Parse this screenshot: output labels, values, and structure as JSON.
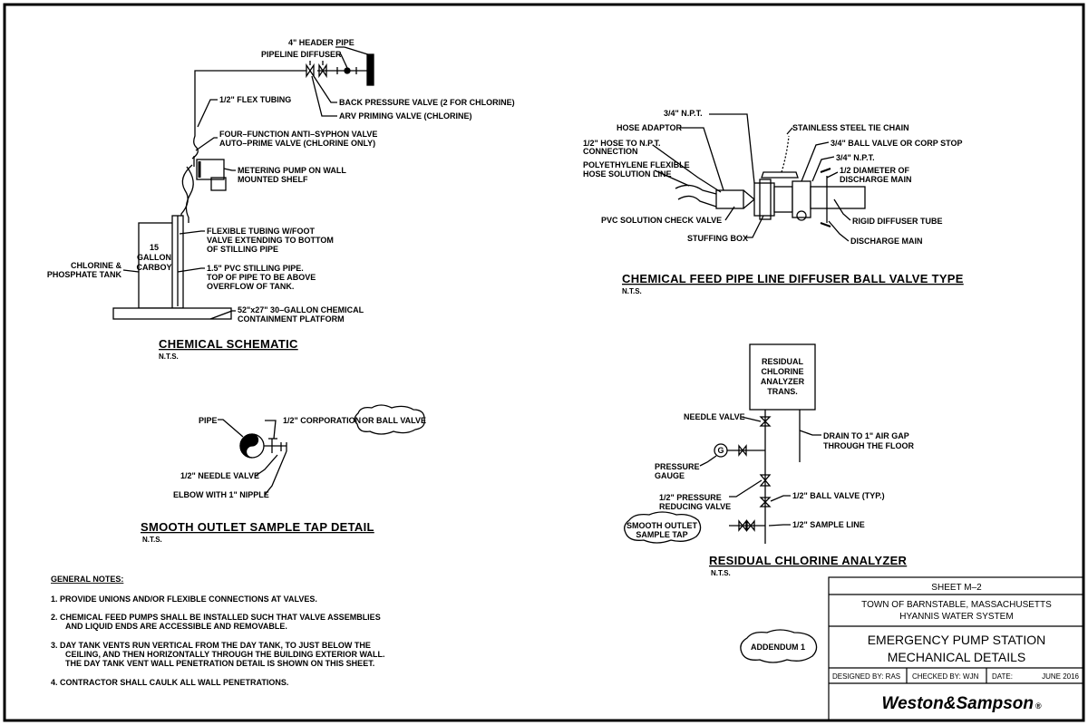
{
  "chemical_schematic": {
    "title": "CHEMICAL SCHEMATIC",
    "nts": "N.T.S.",
    "header_pipe": "4\" HEADER PIPE",
    "pipeline_diffuser": "PIPELINE DIFFUSER",
    "flex_tubing": "1/2\" FLEX TUBING",
    "back_pressure_valve": "BACK PRESSURE VALVE (2 FOR CHLORINE)",
    "arv_priming_valve": "ARV PRIMING VALVE (CHLORINE)",
    "anti_syphon_1": "FOUR–FUNCTION ANTI–SYPHON VALVE",
    "anti_syphon_2": "AUTO–PRIME VALVE (CHLORINE ONLY)",
    "metering_pump_1": "METERING PUMP ON WALL",
    "metering_pump_2": "MOUNTED SHELF",
    "carboy_1": "15",
    "carboy_2": "GALLON",
    "carboy_3": "CARBOY",
    "tank_1": "CHLORINE &",
    "tank_2": "PHOSPHATE TANK",
    "foot_valve_1": "FLEXIBLE TUBING W/FOOT",
    "foot_valve_2": "VALVE EXTENDING TO BOTTOM",
    "foot_valve_3": "OF STILLING PIPE",
    "stilling_1": "1.5\" PVC STILLING PIPE.",
    "stilling_2": "TOP OF PIPE TO BE ABOVE",
    "stilling_3": "OVERFLOW OF TANK.",
    "platform_1": "52\"x27\" 30–GALLON CHEMICAL",
    "platform_2": "CONTAINMENT PLATFORM"
  },
  "diffuser": {
    "title": "CHEMICAL FEED PIPE LINE DIFFUSER BALL VALVE TYPE",
    "nts": "N.T.S.",
    "npt_34_top": "3/4\" N.P.T.",
    "hose_adaptor": "HOSE ADAPTOR",
    "hose_npt_1": "1/2\" HOSE TO N.P.T.",
    "hose_npt_2": "CONNECTION",
    "poly_1": "POLYETHYLENE FLEXIBLE",
    "poly_2": "HOSE SOLUTION LINE",
    "check_valve": "PVC SOLUTION CHECK VALVE",
    "stuffing_box": "STUFFING BOX",
    "tie_chain": "STAINLESS STEEL TIE CHAIN",
    "ball_valve": "3/4\" BALL VALVE OR CORP STOP",
    "npt_34_right": "3/4\" N.P.T.",
    "half_diam_1": "1/2 DIAMETER OF",
    "half_diam_2": "DISCHARGE MAIN",
    "rigid_tube": "RIGID DIFFUSER TUBE",
    "discharge_main": "DISCHARGE MAIN"
  },
  "sample_tap": {
    "title": "SMOOTH OUTLET SAMPLE TAP DETAIL",
    "nts": "N.T.S.",
    "pipe": "PIPE",
    "corporation": "1/2\" CORPORATION",
    "or_ball_valve": "OR BALL VALVE",
    "needle_valve": "1/2\" NEEDLE VALVE",
    "elbow": "ELBOW WITH 1\" NIPPLE"
  },
  "analyzer": {
    "title": "RESIDUAL CHLORINE ANALYZER",
    "nts": "N.T.S.",
    "box_1": "RESIDUAL",
    "box_2": "CHLORINE",
    "box_3": "ANALYZER",
    "box_4": "TRANS.",
    "needle_valve": "NEEDLE VALVE",
    "drain_1": "DRAIN TO 1\" AIR GAP",
    "drain_2": "THROUGH THE FLOOR",
    "gauge_symbol": "G",
    "pressure_gauge_1": "PRESSURE",
    "pressure_gauge_2": "GAUGE",
    "prv_1": "1/2\" PRESSURE",
    "prv_2": "REDUCING VALVE",
    "ball_valve": "1/2\" BALL VALVE (TYP.)",
    "smooth_outlet_1": "SMOOTH OUTLET",
    "smooth_outlet_2": "SAMPLE TAP",
    "sample_line": "1/2\" SAMPLE LINE"
  },
  "general_notes": {
    "heading": "GENERAL NOTES:",
    "n1": "1.  PROVIDE UNIONS AND/OR FLEXIBLE CONNECTIONS AT VALVES.",
    "n2a": "2.  CHEMICAL FEED PUMPS SHALL BE INSTALLED SUCH THAT VALVE ASSEMBLIES",
    "n2b": "AND LIQUID ENDS ARE ACCESSIBLE AND REMOVABLE.",
    "n3a": "3.  DAY TANK VENTS RUN VERTICAL FROM THE DAY TANK, TO JUST BELOW THE",
    "n3b": "CEILING, AND THEN HORIZONTALLY THROUGH THE BUILDING EXTERIOR WALL.",
    "n3c": "THE DAY TANK VENT WALL PENETRATION DETAIL IS SHOWN ON THIS SHEET.",
    "n4": "4.  CONTRACTOR SHALL CAULK ALL WALL PENETRATIONS."
  },
  "addendum": "ADDENDUM 1",
  "title_block": {
    "sheet": "SHEET M–2",
    "town": "TOWN OF BARNSTABLE, MASSACHUSETTS",
    "system": "HYANNIS WATER SYSTEM",
    "project_1": "EMERGENCY PUMP STATION",
    "project_2": "MECHANICAL DETAILS",
    "designed_by": "DESIGNED BY:  RAS",
    "checked_by": "CHECKED BY:  WJN",
    "date_label": "DATE:",
    "date_value": "JUNE 2016",
    "firm": "Weston&Sampson",
    "registered": "®"
  }
}
